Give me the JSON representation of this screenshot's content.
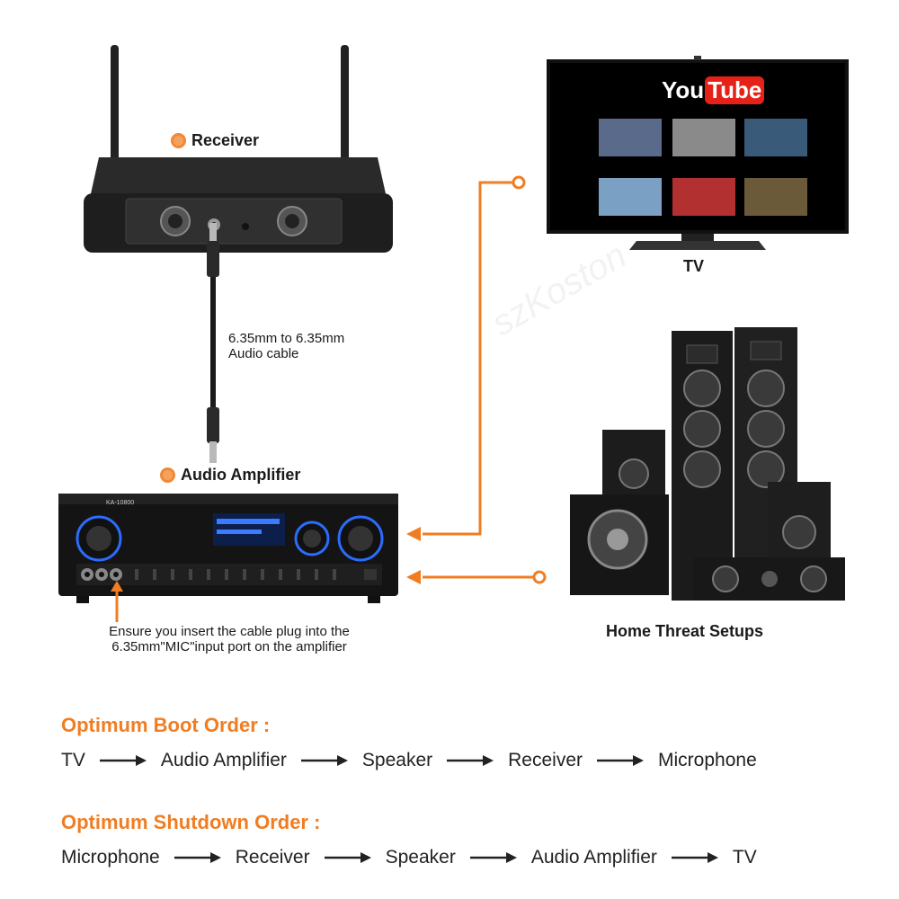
{
  "receiver": {
    "label": "Receiver"
  },
  "tv": {
    "label": "TV",
    "youtube_logo": {
      "you": "You",
      "tube": "Tube"
    }
  },
  "cable": {
    "line1": "6.35mm to 6.35mm",
    "line2": "Audio cable"
  },
  "amplifier": {
    "label": "Audio Amplifier",
    "model": "KA-10800"
  },
  "amp_note": {
    "line1": "Ensure you insert the cable plug into the",
    "line2": "6.35mm\"MIC\"input port on the amplifier"
  },
  "speakers": {
    "label": "Home Threat Setups"
  },
  "boot_order": {
    "title": "Optimum Boot Order :",
    "steps": [
      "TV",
      "Audio Amplifier",
      "Speaker",
      "Receiver",
      "Microphone"
    ]
  },
  "shutdown_order": {
    "title": "Optimum Shutdown Order :",
    "steps": [
      "Microphone",
      "Receiver",
      "Speaker",
      "Audio Amplifier",
      "TV"
    ]
  },
  "watermark": "szKoston",
  "colors": {
    "accent": "#f07d22",
    "device": "#1c1c1c"
  }
}
